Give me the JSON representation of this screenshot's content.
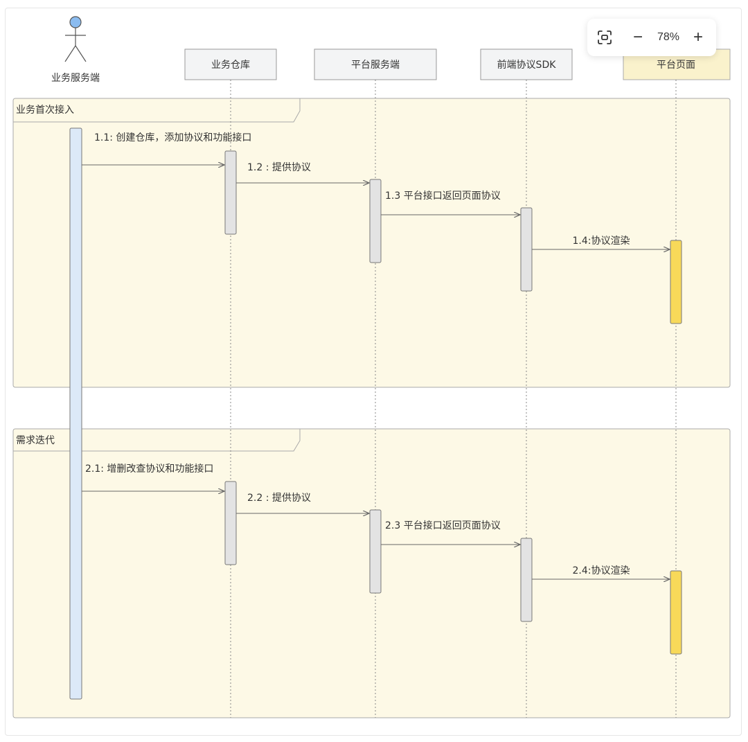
{
  "actor": {
    "label": "业务服务端"
  },
  "participants": [
    {
      "label": "业务仓库"
    },
    {
      "label": "平台服务端"
    },
    {
      "label": "前端协议SDK"
    },
    {
      "label": "平台页面",
      "highlight": true
    }
  ],
  "groups": [
    {
      "title": "业务首次接入",
      "messages": [
        "1.1: 创建仓库，添加协议和功能接口",
        "1.2 : 提供协议",
        "1.3 平台接口返回页面协议",
        "1.4:协议渲染"
      ]
    },
    {
      "title": "需求迭代",
      "messages": [
        "2.1: 增删改查协议和功能接口",
        "2.2 : 提供协议",
        "2.3 平台接口返回页面协议",
        "2.4:协议渲染"
      ]
    }
  ],
  "zoom": {
    "fit_icon": "fit-screen-icon",
    "minus": "−",
    "level": "78%",
    "plus": "+"
  },
  "colors": {
    "group_fill": "#fdf9e6",
    "actor_head": "#8bbcf0",
    "actor_activation": "#dce9f8",
    "activation": "#e3e3e3",
    "page_activation": "#f8d959",
    "highlight_box": "#faf2cc"
  }
}
